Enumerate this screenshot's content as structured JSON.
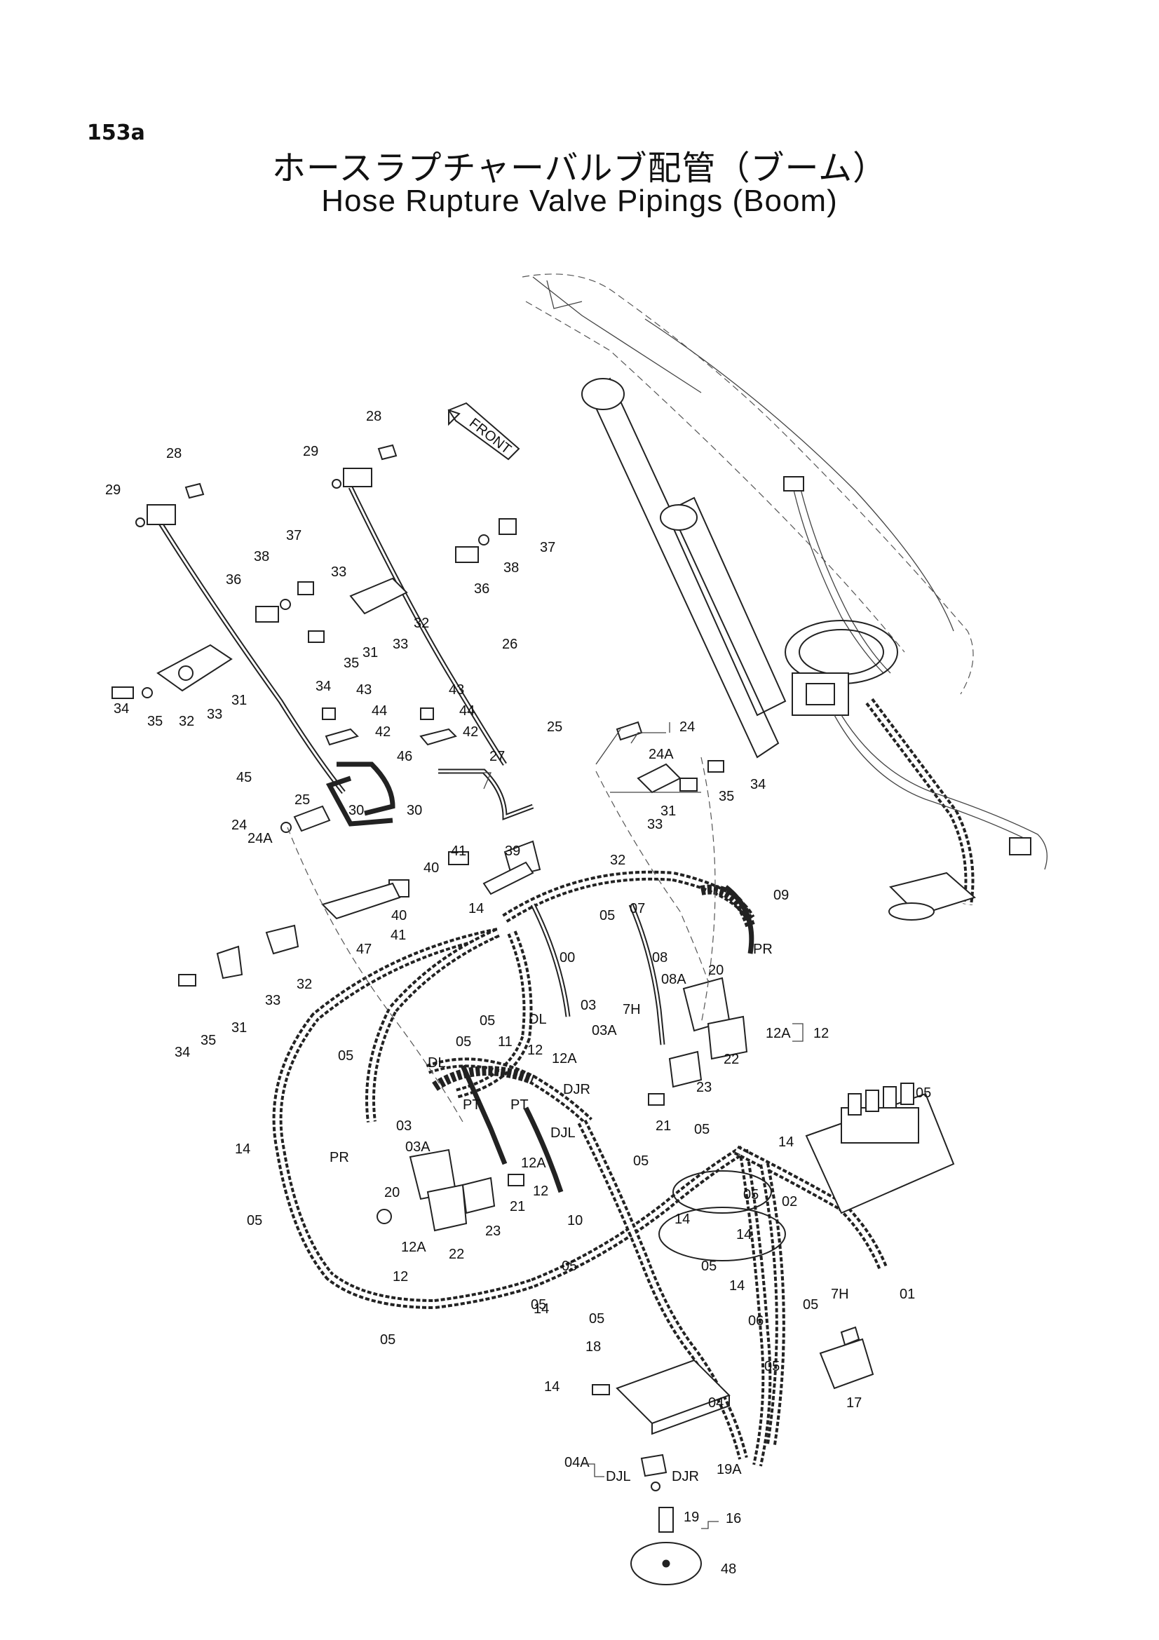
{
  "page": {
    "number": "153a"
  },
  "title": {
    "jp": "ホースラプチャーバルブ配管（ブーム）",
    "en": "Hose Rupture Valve Pipings (Boom)"
  },
  "front_marker": "FRONT",
  "callouts": [
    "28",
    "29",
    "28",
    "29",
    "37",
    "38",
    "36",
    "37",
    "38",
    "36",
    "33",
    "32",
    "33",
    "31",
    "35",
    "34",
    "26",
    "31",
    "33",
    "32",
    "35",
    "34",
    "43",
    "44",
    "42",
    "43",
    "44",
    "42",
    "45",
    "46",
    "27",
    "25",
    "24",
    "24A",
    "34",
    "35",
    "31",
    "30",
    "30",
    "25",
    "24",
    "24A",
    "33",
    "32",
    "39",
    "41",
    "40",
    "40",
    "41",
    "47",
    "33",
    "32",
    "31",
    "35",
    "34",
    "14",
    "05",
    "07",
    "09",
    "00",
    "DL",
    "PR",
    "05",
    "05",
    "08",
    "08A",
    "20",
    "03",
    "03A",
    "7H",
    "12",
    "12A",
    "12",
    "12A",
    "05",
    "11",
    "DL",
    "22",
    "23",
    "21",
    "PT",
    "PT",
    "DJR",
    "DJL",
    "03",
    "03A",
    "PR",
    "14",
    "12A",
    "21",
    "12",
    "20",
    "23",
    "22",
    "12A",
    "12",
    "05",
    "05",
    "05",
    "10",
    "14",
    "14",
    "05",
    "02",
    "14",
    "05",
    "14",
    "05",
    "7H",
    "01",
    "05",
    "14",
    "05",
    "06",
    "17",
    "18",
    "14",
    "04",
    "04A",
    "DJL",
    "DJR",
    "19A",
    "19",
    "16",
    "48",
    "05",
    "05",
    "05",
    "05"
  ]
}
